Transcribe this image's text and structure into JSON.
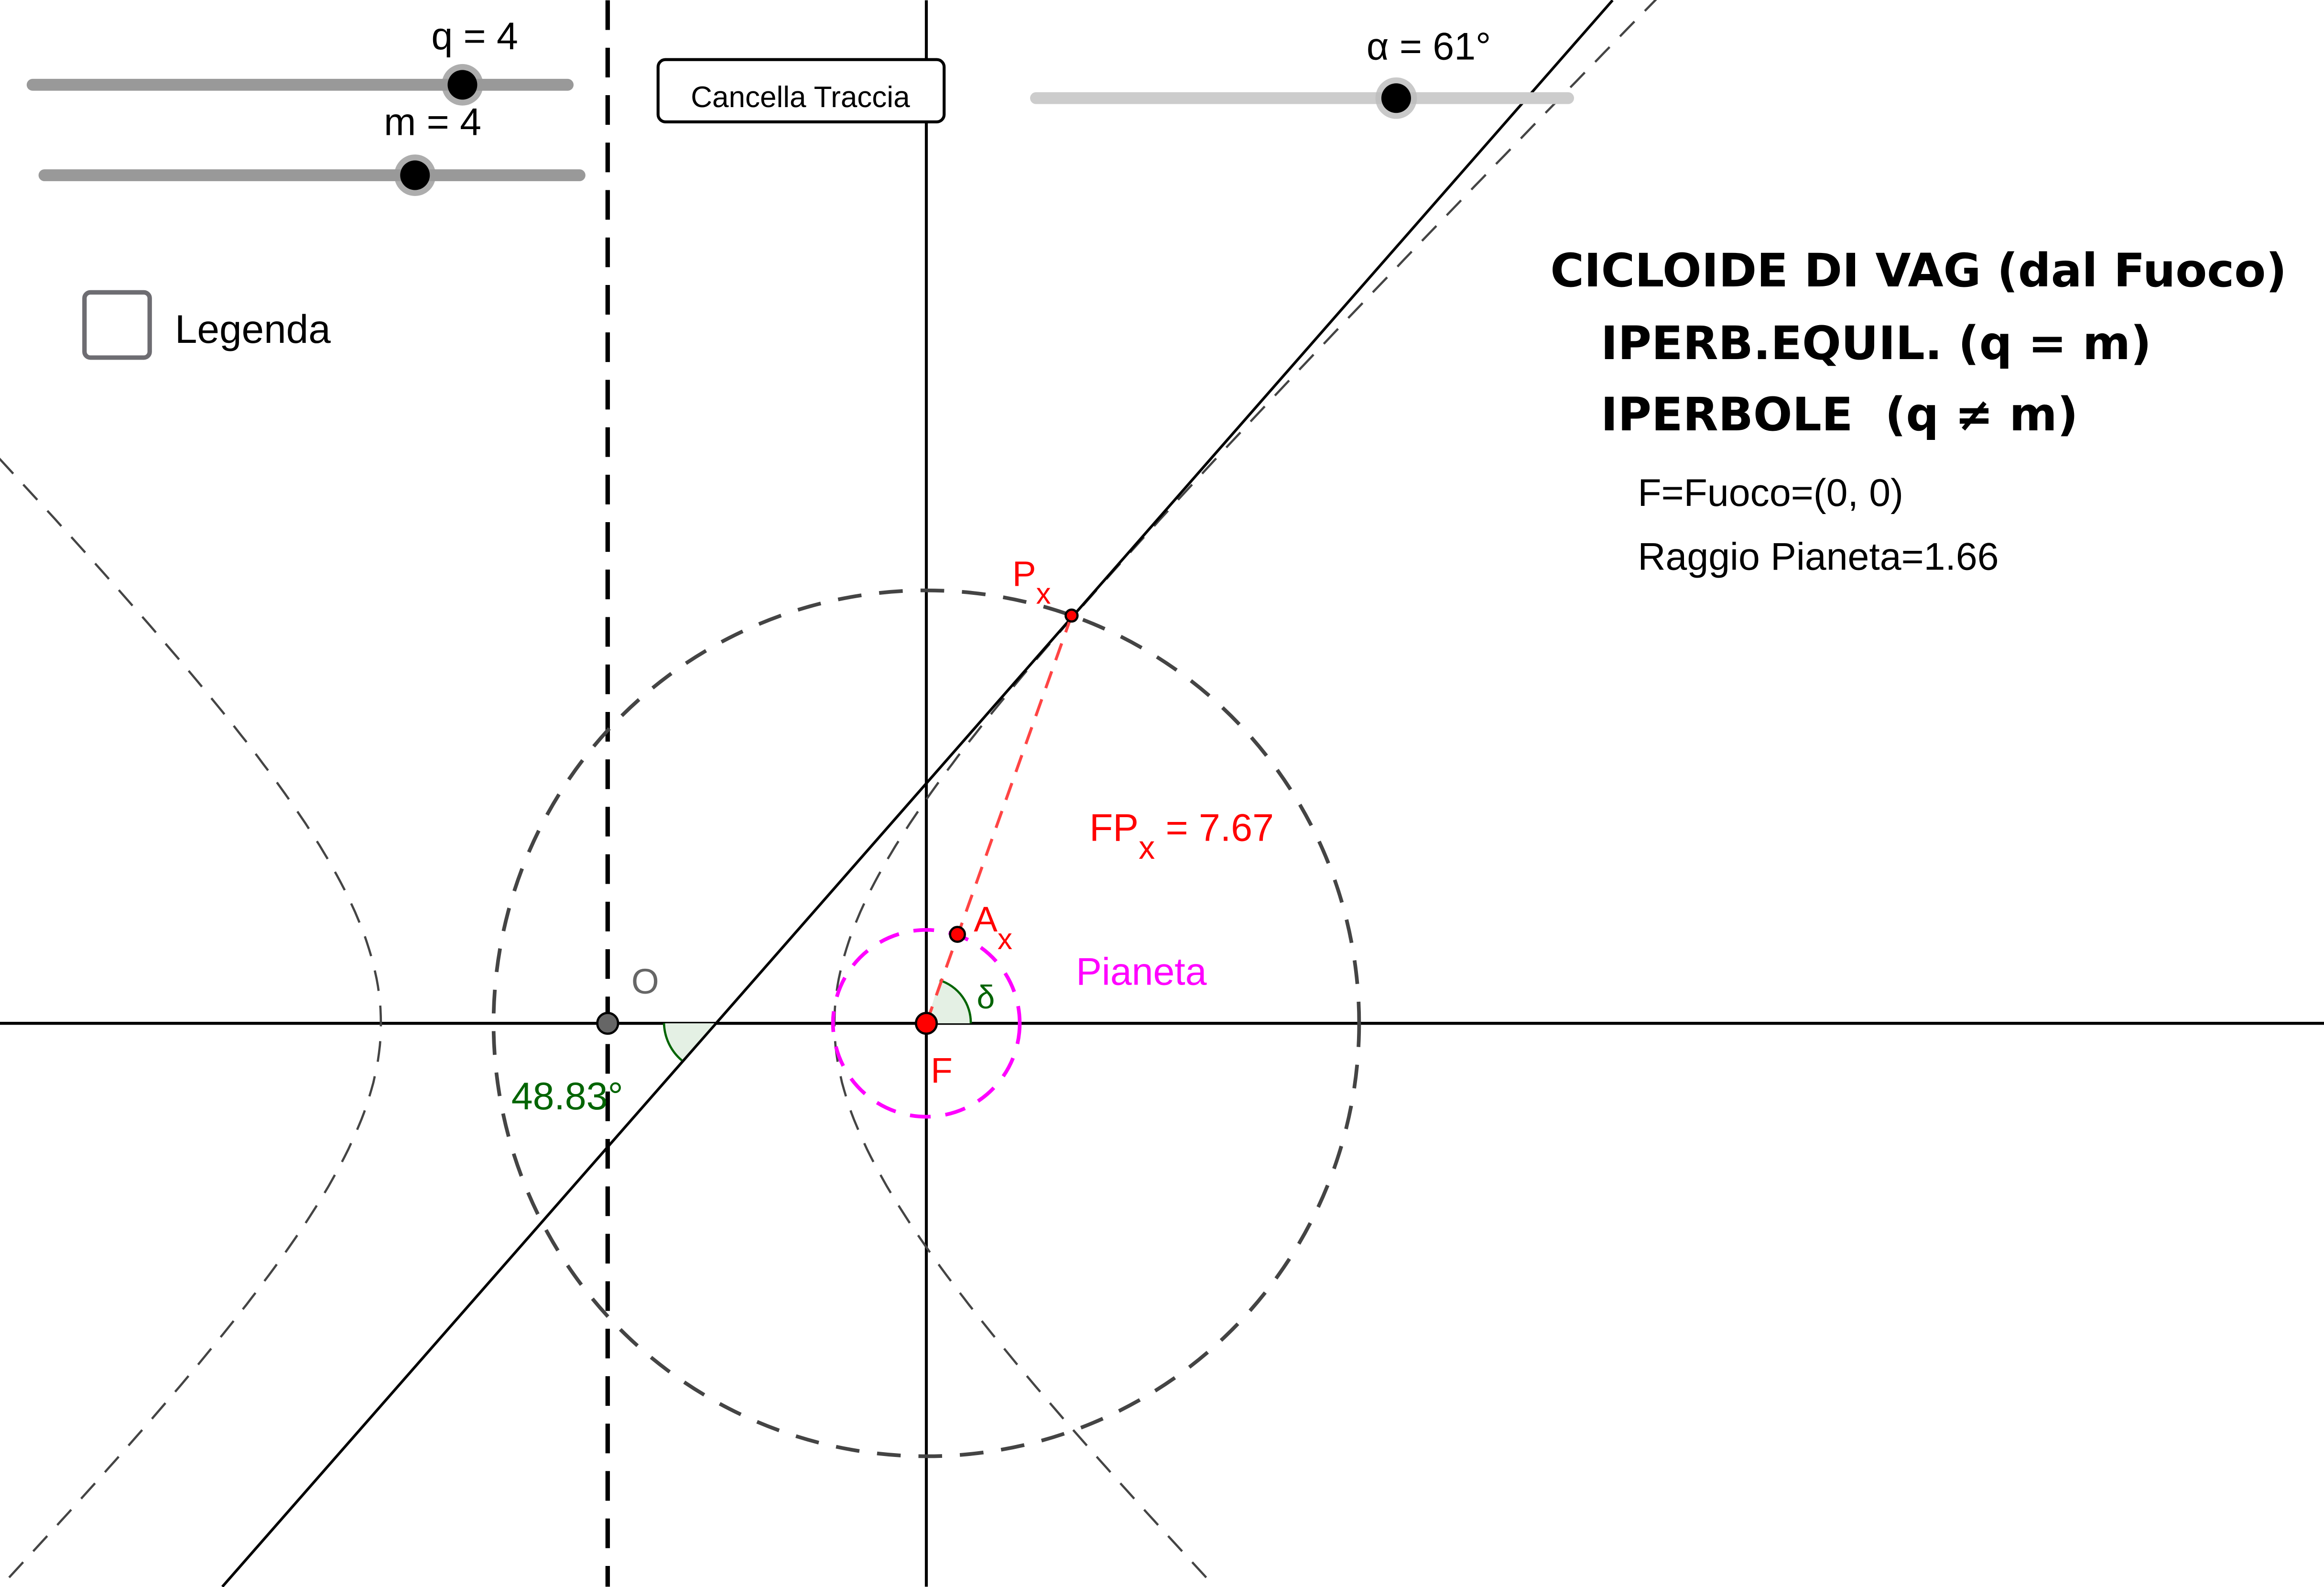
{
  "sliders": {
    "q": {
      "label": "q = 4",
      "value": 4
    },
    "m": {
      "label": "m = 4",
      "value": 4
    },
    "alpha": {
      "label": "α = 61°",
      "value": 61
    }
  },
  "button": {
    "clear_trace": "Cancella Traccia"
  },
  "checkbox": {
    "legend_label": "Legenda",
    "checked": false
  },
  "title": {
    "line1": "CICLOIDE DI VAG (dal Fuoco)",
    "line2": "IPERB.EQUIL. (q = m)",
    "line3": "IPERBOLE  (q ≠ m)",
    "focus": "F=Fuoco=(0, 0)",
    "planet_radius": "Raggio Pianeta=1.66"
  },
  "labels": {
    "px": "P",
    "px_sub": "x",
    "fpx": "FP",
    "fpx_sub": "x",
    "fpx_value": " = 7.67",
    "ax": "A",
    "ax_sub": "x",
    "planet": "Pianeta",
    "delta": "δ",
    "origin": "O",
    "focus": "F",
    "angle": "48.83°"
  },
  "colors": {
    "red": "#ff0000",
    "green": "#006400",
    "magenta": "#ff00ff",
    "grey": "#444444"
  }
}
